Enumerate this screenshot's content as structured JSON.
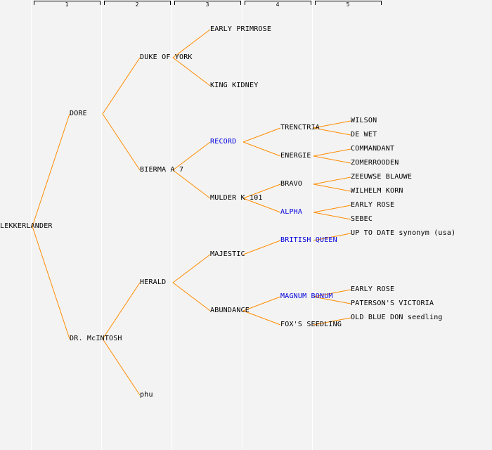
{
  "colors": {
    "edge": "#ff8c00",
    "highlight_text": "#0000dd",
    "text": "#000000",
    "background": "#f3f3f3"
  },
  "columns": [
    "1",
    "2",
    "3",
    "4",
    "5"
  ],
  "tree": {
    "label": "LEKKERLANDER",
    "depth": 0,
    "row": 322,
    "children": [
      {
        "label": "DORE",
        "depth": 1,
        "row": 162,
        "children": [
          {
            "label": "DUKE OF YORK",
            "depth": 2,
            "row": 82,
            "children": [
              {
                "label": "EARLY PRIMROSE",
                "depth": 3,
                "row": 42,
                "children": []
              },
              {
                "label": "KING KIDNEY",
                "depth": 3,
                "row": 122,
                "children": []
              }
            ]
          },
          {
            "label": "BIERMA A 7",
            "depth": 2,
            "row": 242,
            "children": [
              {
                "label": "RECORD",
                "depth": 3,
                "row": 202,
                "highlight": true,
                "children": [
                  {
                    "label": "TRENCTRIA",
                    "depth": 4,
                    "row": 182,
                    "children": [
                      {
                        "label": "WILSON",
                        "depth": 5,
                        "row": 172,
                        "children": []
                      },
                      {
                        "label": "DE WET",
                        "depth": 5,
                        "row": 192,
                        "children": []
                      }
                    ]
                  },
                  {
                    "label": "ENERGIE",
                    "depth": 4,
                    "row": 222,
                    "children": [
                      {
                        "label": "COMMANDANT",
                        "depth": 5,
                        "row": 212,
                        "children": []
                      },
                      {
                        "label": "ZOMERROODEN",
                        "depth": 5,
                        "row": 232,
                        "children": []
                      }
                    ]
                  }
                ]
              },
              {
                "label": "MULDER K 101",
                "depth": 3,
                "row": 282,
                "children": [
                  {
                    "label": "BRAVO",
                    "depth": 4,
                    "row": 262,
                    "children": [
                      {
                        "label": "ZEEUWSE BLAUWE",
                        "depth": 5,
                        "row": 252,
                        "children": []
                      },
                      {
                        "label": "WILHELM KORN",
                        "depth": 5,
                        "row": 272,
                        "children": []
                      }
                    ]
                  },
                  {
                    "label": "ALPHA",
                    "depth": 4,
                    "row": 302,
                    "highlight": true,
                    "children": [
                      {
                        "label": "EARLY ROSE",
                        "depth": 5,
                        "row": 292,
                        "children": []
                      },
                      {
                        "label": "SEBEC",
                        "depth": 5,
                        "row": 312,
                        "children": []
                      }
                    ]
                  }
                ]
              }
            ]
          }
        ]
      },
      {
        "label": "DR. McINTOSH",
        "depth": 1,
        "row": 482,
        "children": [
          {
            "label": "HERALD",
            "depth": 2,
            "row": 402,
            "children": [
              {
                "label": "MAJESTIC",
                "depth": 3,
                "row": 362,
                "children": [
                  {
                    "label": "BRITISH QUEEN",
                    "depth": 4,
                    "row": 342,
                    "highlight": true,
                    "children": [
                      {
                        "label": "UP TO DATE synonym (usa)",
                        "depth": 5,
                        "row": 332,
                        "children": []
                      }
                    ]
                  }
                ]
              },
              {
                "label": "ABUNDANCE",
                "depth": 3,
                "row": 442,
                "children": [
                  {
                    "label": "MAGNUM BONUM",
                    "depth": 4,
                    "row": 422,
                    "highlight": true,
                    "children": [
                      {
                        "label": "EARLY ROSE",
                        "depth": 5,
                        "row": 412,
                        "children": []
                      },
                      {
                        "label": "PATERSON'S VICTORIA",
                        "depth": 5,
                        "row": 432,
                        "children": []
                      }
                    ]
                  },
                  {
                    "label": "FOX'S SEEDLING",
                    "depth": 4,
                    "row": 462,
                    "children": [
                      {
                        "label": "OLD BLUE DON seedling",
                        "depth": 5,
                        "row": 452,
                        "children": []
                      }
                    ]
                  }
                ]
              }
            ]
          },
          {
            "label": "phu",
            "depth": 2,
            "row": 562,
            "children": []
          }
        ]
      }
    ]
  }
}
